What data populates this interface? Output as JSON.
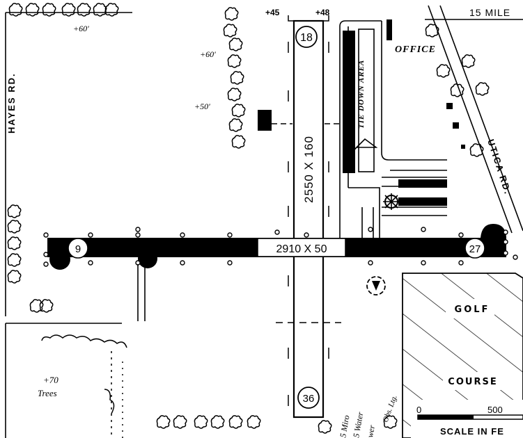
{
  "roads": {
    "hayes": "HAYES RD.",
    "utica": "UTICA RD.",
    "fifteen_mile": "15 MILE"
  },
  "runways": {
    "north_south": {
      "dimensions": "2550 X 160",
      "end_north": "18",
      "end_south": "36",
      "elevation_left": "+45",
      "elevation_right": "+48"
    },
    "east_west": {
      "dimensions": "2910 X 50",
      "end_west": "9",
      "end_east": "27"
    }
  },
  "labels": {
    "office": "OFFICE",
    "tie_down_area": "TIE DOWN AREA",
    "golf": "GOLF",
    "course": "COURSE",
    "trees": "Trees",
    "trees_height": "+70",
    "obstruction_heights": [
      "+60'",
      "+60'",
      "+50'"
    ],
    "bottom_notes": [
      "5 Miro",
      "5 Water",
      "wer",
      "Obs. Ltg."
    ]
  },
  "scale": {
    "zero": "0",
    "five_hundred": "500",
    "caption": "SCALE IN FE"
  }
}
